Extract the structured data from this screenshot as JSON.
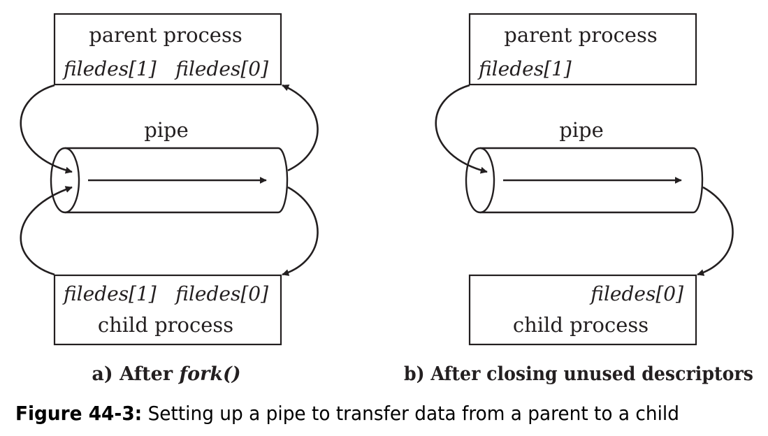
{
  "panel_a": {
    "parent_label": "parent process",
    "parent_fd_write": "filedes[1]",
    "parent_fd_read": "filedes[0]",
    "pipe_label": "pipe",
    "child_fd_write": "filedes[1]",
    "child_fd_read": "filedes[0]",
    "child_label": "child process",
    "caption_prefix": "a) After ",
    "caption_func": "fork()"
  },
  "panel_b": {
    "parent_label": "parent process",
    "parent_fd_write": "filedes[1]",
    "pipe_label": "pipe",
    "child_fd_read": "filedes[0]",
    "child_label": "child process",
    "caption": "b) After closing unused descriptors"
  },
  "figure": {
    "number": "Figure 44-3:",
    "caption": " Setting up a pipe to transfer data from a parent to a child"
  },
  "colors": {
    "ink": "#231f20"
  }
}
